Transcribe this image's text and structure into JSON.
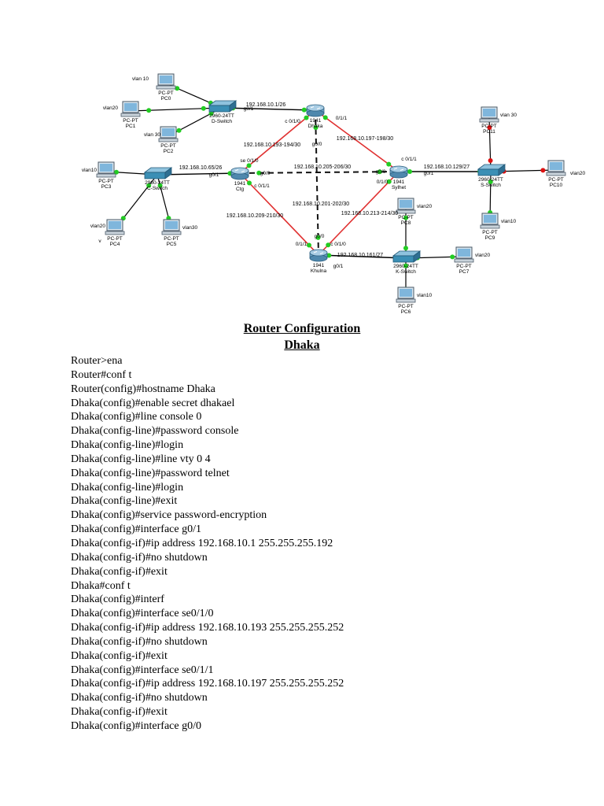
{
  "diagram": {
    "devices": [
      {
        "id": "pc0",
        "type": "pc",
        "model": "PC-PT",
        "name": "PC0",
        "vlan": "vlan 10"
      },
      {
        "id": "pc1",
        "type": "pc",
        "model": "PC-PT",
        "name": "PC1",
        "vlan": "vlan20"
      },
      {
        "id": "pc2",
        "type": "pc",
        "model": "PC-PT",
        "name": "PC2",
        "vlan": "vlan 30"
      },
      {
        "id": "pc3",
        "type": "pc",
        "model": "PC-PT",
        "name": "PC3",
        "vlan": "vlan10"
      },
      {
        "id": "pc4",
        "type": "pc",
        "model": "PC-PT",
        "name": "PC4",
        "vlan": "vlan20"
      },
      {
        "id": "pc5",
        "type": "pc",
        "model": "PC-PT",
        "name": "PC5",
        "vlan": "vlan30"
      },
      {
        "id": "pc6",
        "type": "pc",
        "model": "PC-PT",
        "name": "PC6",
        "vlan": "vlan10"
      },
      {
        "id": "pc7",
        "type": "pc",
        "model": "PC-PT",
        "name": "PC7",
        "vlan": "vlan20"
      },
      {
        "id": "pc8",
        "type": "pc",
        "model": "PC-PT",
        "name": "PC8",
        "vlan": "vlan20"
      },
      {
        "id": "pc9",
        "type": "pc",
        "model": "PC-PT",
        "name": "PC9",
        "vlan": "vlan10"
      },
      {
        "id": "pc10",
        "type": "pc",
        "model": "PC-PT",
        "name": "PC10",
        "vlan": "vlan20"
      },
      {
        "id": "pc11",
        "type": "pc",
        "model": "PC-PT",
        "name": "PC11",
        "vlan": "vlan 30"
      },
      {
        "id": "dsw",
        "type": "switch",
        "model": "2960-24TT",
        "name": "D-Switch"
      },
      {
        "id": "csw",
        "type": "switch",
        "model": "2960-24TT",
        "name": "C-Switch"
      },
      {
        "id": "ksw",
        "type": "switch",
        "model": "2960-24TT",
        "name": "K-Switch"
      },
      {
        "id": "ssw",
        "type": "switch",
        "model": "2960-24TT",
        "name": "S-Switch"
      },
      {
        "id": "dhaka",
        "type": "router",
        "model": "1941",
        "name": "Dhaka"
      },
      {
        "id": "ctg",
        "type": "router",
        "model": "1941",
        "name": "Ctg"
      },
      {
        "id": "sylhet",
        "type": "router",
        "model": "1941",
        "name": "Sylhet"
      },
      {
        "id": "khulna",
        "type": "router",
        "model": "1941",
        "name": "Khulna"
      }
    ],
    "links": [
      {
        "from": "dsw",
        "to": "dhaka",
        "style": "solid",
        "label": "192.168.10.1/26",
        "port": "g0/1"
      },
      {
        "from": "csw",
        "to": "ctg",
        "style": "solid",
        "label": "192.168.10.65/26",
        "port": "g0/1"
      },
      {
        "from": "ssw",
        "to": "sylhet",
        "style": "solid",
        "label": "192.168.10.129/27",
        "port": "g0/1"
      },
      {
        "from": "ksw",
        "to": "khulna",
        "style": "solid",
        "label": "192.168.10.161/27",
        "port": "g0/1"
      },
      {
        "from": "dhaka",
        "to": "ctg",
        "style": "serial",
        "label": "192.168.10.193-194/30"
      },
      {
        "from": "dhaka",
        "to": "sylhet",
        "style": "serial",
        "label": "192.168.10.197-198/30"
      },
      {
        "from": "ctg",
        "to": "sylhet",
        "style": "dashed",
        "label": "192.168.10.205-206/30"
      },
      {
        "from": "ctg",
        "to": "khulna",
        "style": "serial",
        "label": "192.168.10.209-210/30"
      },
      {
        "from": "sylhet",
        "to": "khulna",
        "style": "serial",
        "label": "192.168.10.213-214/30"
      },
      {
        "from": "dhaka",
        "to": "khulna",
        "style": "dashed",
        "label": "192.168.10.201-202/30"
      }
    ],
    "port_labels": [
      "c 0/1/0",
      "0/1/1",
      "g0/0",
      "se 0/1/0",
      "g0/0",
      "c 0/1/1",
      "c 0/1/1",
      "g0/0",
      "0/1/0",
      "g0/0",
      "0/1/1",
      "c 0/1/0",
      "g0/1",
      "g0/1",
      "g0/1",
      "g0/1",
      "v"
    ]
  },
  "document": {
    "title": "Router Configuration",
    "subtitle": "Dhaka",
    "lines": [
      "Router>ena",
      "Router#conf t",
      "Router(config)#hostname Dhaka",
      "Dhaka(config)#enable secret dhakael",
      "Dhaka(config)#line console 0",
      "Dhaka(config-line)#password console",
      "Dhaka(config-line)#login",
      "Dhaka(config-line)#line vty 0 4",
      "Dhaka(config-line)#password telnet",
      "Dhaka(config-line)#login",
      "Dhaka(config-line)#exit",
      "Dhaka(config)#service password-encryption",
      "Dhaka(config)#interface g0/1",
      "Dhaka(config-if)#ip address 192.168.10.1 255.255.255.192",
      "Dhaka(config-if)#no shutdown",
      "Dhaka(config-if)#exit",
      "Dhaka#conf t",
      "Dhaka(config)#interf",
      "Dhaka(config)#interface se0/1/0",
      "Dhaka(config-if)#ip address 192.168.10.193 255.255.255.252",
      "Dhaka(config-if)#no shutdown",
      "Dhaka(config-if)#exit",
      "Dhaka(config)#interface se0/1/1",
      "Dhaka(config-if)#ip address 192.168.10.197 255.255.255.252",
      "Dhaka(config-if)#no shutdown",
      "Dhaka(config-if)#exit",
      "Dhaka(config)#interface g0/0"
    ]
  },
  "colors": {
    "serial": "#e03030",
    "ethernet": "#000000",
    "dot_up": "#22cc22",
    "dot_down": "#dd1111",
    "switch": "#3b8fb5",
    "router": "#6fa6c8"
  }
}
